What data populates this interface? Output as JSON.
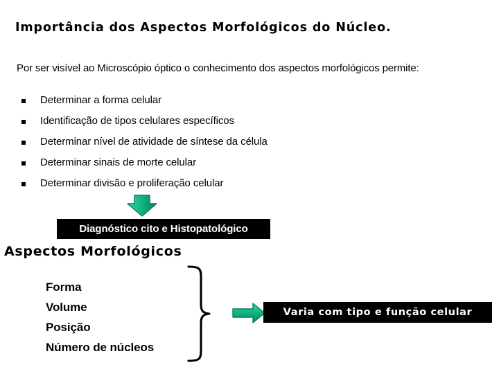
{
  "slide": {
    "title": "Importância dos Aspectos Morfológicos do Núcleo.",
    "intro": "Por ser visível ao Microscópio óptico o conhecimento dos aspectos morfológicos permite:",
    "bullets": [
      {
        "marker": "square-bullet",
        "text": "Determinar a forma celular"
      },
      {
        "marker": "square-bullet",
        "text": "Identificação de tipos celulares específicos"
      },
      {
        "marker": "square-bullet",
        "text": "Determinar nível de atividade de síntese da célula"
      },
      {
        "marker": "square-bullet",
        "text": "Determinar sinais de morte celular"
      },
      {
        "marker": "square-bullet",
        "text": "Determinar divisão e proliferação celular"
      }
    ],
    "diagnostic_banner": "Diagnóstico cito e Histopatológico",
    "section_heading": "Aspectos Morfológicos",
    "aspects": [
      "Forma",
      "Volume",
      "Posição",
      "Número de núcleos"
    ],
    "varia_banner": "Varia com tipo e função celular",
    "icons": {
      "arrow_down": "arrow-down-icon",
      "arrow_right": "arrow-right-icon",
      "brace": "curly-brace-icon"
    },
    "colors": {
      "arrow_fill_light": "#2FD9A6",
      "arrow_fill": "#00A97A",
      "arrow_stroke": "#0E7A5B",
      "banner_background": "#000000",
      "banner_text": "#FFFFFF",
      "page_background": "#FFFFFF",
      "text": "#000000"
    }
  }
}
